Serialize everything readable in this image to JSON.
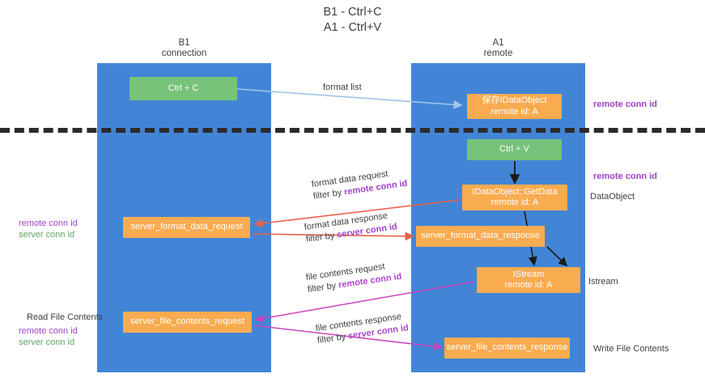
{
  "title": {
    "line1": "B1 - Ctrl+C",
    "line2": "A1 - Ctrl+V"
  },
  "lanes": [
    {
      "id": "b1",
      "name": "B1",
      "role": "connection"
    },
    {
      "id": "a1",
      "name": "A1",
      "role": "remote"
    }
  ],
  "nodes": {
    "ctrl_c": {
      "line1": "Ctrl + C",
      "line2": "",
      "color": "#77c379"
    },
    "save_idataobject": {
      "line1": "保存IDataObject",
      "line2": "remote id: A",
      "color": "#f9ab50"
    },
    "ctrl_v": {
      "line1": "Ctrl + V",
      "line2": "",
      "color": "#77c379"
    },
    "getdata": {
      "line1": "IDataObject::GetData",
      "line2": "remote id: A",
      "color": "#f9ab50"
    },
    "server_format_data_request": {
      "line1": "server_format_data_request",
      "line2": "",
      "color": "#f9ab50"
    },
    "server_format_data_response": {
      "line1": "server_format_data_response",
      "line2": "",
      "color": "#f9ab50"
    },
    "istream": {
      "line1": "IStream",
      "line2": "remote id: A",
      "color": "#f9ab50"
    },
    "server_file_contents_request": {
      "line1": "server_file_contents_request",
      "line2": "",
      "color": "#f9ab50"
    },
    "server_file_contents_response": {
      "line1": "server_file_contents_response",
      "line2": "",
      "color": "#f9ab50"
    }
  },
  "edge_labels": {
    "format_list": {
      "line1": "format list",
      "filter_prefix": "",
      "filter_key": ""
    },
    "format_data_request": {
      "line1": "format data request",
      "filter_prefix": "filter by ",
      "filter_key": "remote conn id"
    },
    "format_data_response": {
      "line1": "format data response",
      "filter_prefix": "filter by ",
      "filter_key": "server conn id"
    },
    "file_contents_request": {
      "line1": "file contents request",
      "filter_prefix": "filter by ",
      "filter_key": "remote conn id"
    },
    "file_contents_response": {
      "line1": "file contents response",
      "filter_prefix": "filter by ",
      "filter_key": "server conn id"
    }
  },
  "annotations": {
    "right_remote_conn_id_top": "remote conn id",
    "right_remote_conn_id_mid": "remote conn id",
    "right_dataobject": "DataObject",
    "right_istream": "Istream",
    "right_write_file_contents": "Write File Contents",
    "left_remote_conn_id_mid": "remote conn id",
    "left_server_conn_id_mid": "server conn id",
    "left_read_file_contents": "Read File Contents",
    "left_remote_conn_id_bottom": "remote conn id",
    "left_server_conn_id_bottom": "server conn id"
  },
  "colors": {
    "lane": "#4285d6",
    "node_orange": "#f9ab50",
    "node_green": "#77c379",
    "accent_purple": "#a142c8",
    "accent_green": "#5fa463",
    "edge_blue": "#9ec5ea",
    "edge_red": "#e8614d",
    "edge_pink": "#cc44bb",
    "edge_black": "#1a1a1a",
    "separator": "#2b2b2b"
  }
}
